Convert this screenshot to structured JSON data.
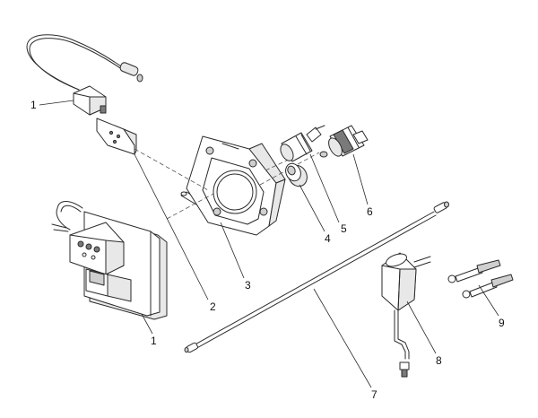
{
  "callouts": [
    {
      "id": "c1a",
      "label": "1"
    },
    {
      "id": "c1b",
      "label": "1"
    },
    {
      "id": "c2",
      "label": "2"
    },
    {
      "id": "c3",
      "label": "3"
    },
    {
      "id": "c4",
      "label": "4"
    },
    {
      "id": "c5",
      "label": "5"
    },
    {
      "id": "c6",
      "label": "6"
    },
    {
      "id": "c7",
      "label": "7"
    },
    {
      "id": "c8",
      "label": "8"
    },
    {
      "id": "c9",
      "label": "9"
    }
  ]
}
